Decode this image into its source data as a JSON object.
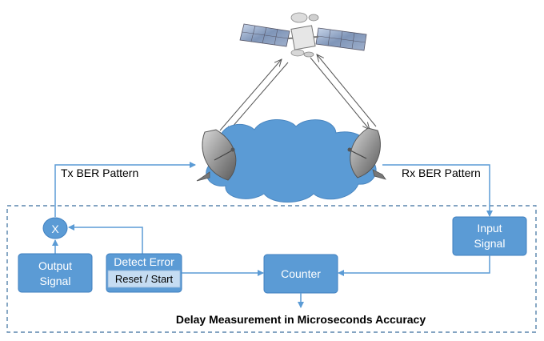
{
  "diagram": {
    "tx_label": "Tx BER Pattern",
    "rx_label": "Rx BER Pattern",
    "multiplier_symbol": "X",
    "output_signal": {
      "line1": "Output",
      "line2": "Signal"
    },
    "input_signal": {
      "line1": "Input",
      "line2": "Signal"
    },
    "detect_error": "Detect Error",
    "reset_start": "Reset / Start",
    "counter": "Counter",
    "caption": "Delay Measurement in Microseconds Accuracy"
  },
  "icons": {
    "satellite": "satellite-icon",
    "dish_left": "satellite-dish-icon",
    "dish_right": "satellite-dish-icon",
    "cloud": "cloud-icon"
  },
  "colors": {
    "box_fill": "#5b9bd5",
    "box_stroke": "#3f7fbf",
    "reset_fill": "#c5dcf2",
    "line": "#5b9bd5",
    "dashed_border": "#3a6e9e",
    "cloud": "#5b9bd5"
  }
}
